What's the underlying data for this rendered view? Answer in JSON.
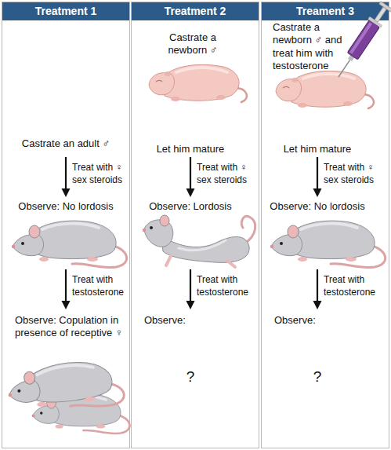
{
  "diagram": {
    "nodes": [
      {
        "text": [
          "Treatment 1"
        ]
      },
      {
        "text": [
          "Castrate an adult ♂"
        ],
        "in": 0
      },
      {
        "text": [
          "Observe: No lordosis"
        ],
        "in": 0
      },
      {
        "text": [
          "Observe: Copulation in presence of receptive ♀"
        ],
        "in": 0
      },
      {
        "text": [
          "Treatment 2"
        ]
      },
      {
        "text": [
          "Castrate a newborn ♂",
          "Let him mature"
        ],
        "in": 4
      },
      {
        "text": [
          "Observe: Lordosis"
        ],
        "in": 4
      },
      {
        "text": [
          "Observe:",
          "?"
        ],
        "in": 4
      },
      {
        "text": [
          "Treament 3"
        ]
      },
      {
        "text": [
          "Castrate a newborn ♂ and treat him with testosterone",
          "Let him mature"
        ],
        "in": 8
      },
      {
        "text": [
          "Observe: No lordosis"
        ],
        "in": 8
      },
      {
        "text": [
          "Observe:",
          "?"
        ],
        "in": 8
      }
    ],
    "edges": [
      {
        "from": 1,
        "to": 2,
        "arrow": "to",
        "label": "Treat with ♀ sex steroids"
      },
      {
        "from": 2,
        "to": 3,
        "arrow": "to",
        "label": "Treat with testosterone"
      },
      {
        "from": 5,
        "to": 6,
        "arrow": "to",
        "label": "Treat with ♀ sex steroids"
      },
      {
        "from": 6,
        "to": 7,
        "arrow": "to",
        "label": "Treat with testosterone"
      },
      {
        "from": 9,
        "to": 10,
        "arrow": "to",
        "label": "Treat with ♀ sex steroids"
      },
      {
        "from": 10,
        "to": 11,
        "arrow": "to",
        "label": "Treat with testosterone"
      }
    ]
  }
}
